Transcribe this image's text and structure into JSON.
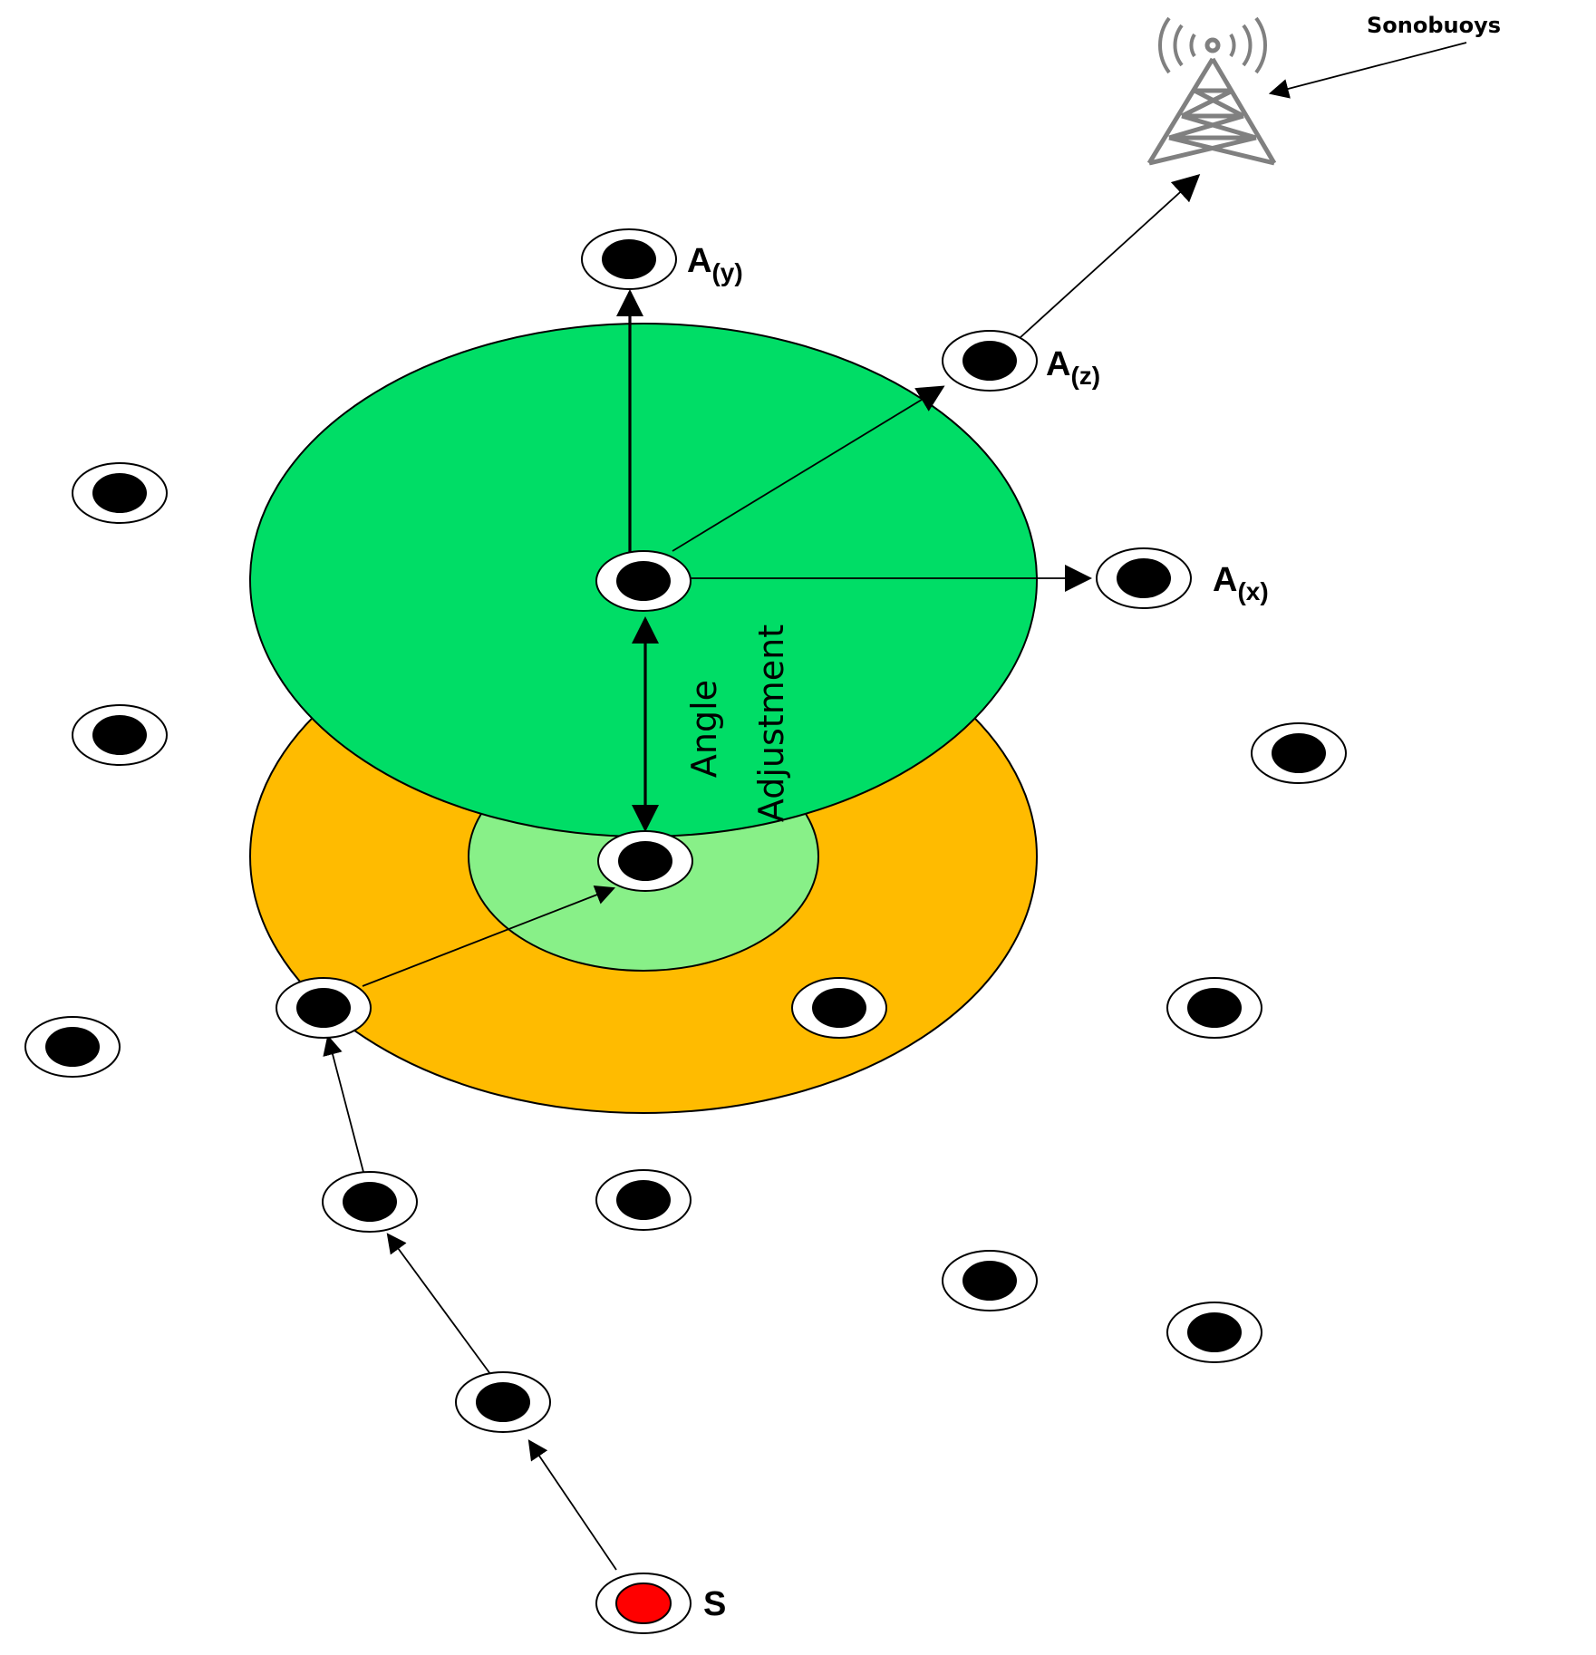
{
  "labels": {
    "sonobuoys": "Sonobuoys",
    "ay_main": "A",
    "ay_sub": "(y)",
    "az_main": "A",
    "az_sub": "(z)",
    "ax_main": "A",
    "ax_sub": "(x)",
    "source": "S",
    "angle_line1": "Angle",
    "angle_line2": "Adjustment"
  },
  "colors": {
    "green_zone": "#00DD66",
    "orange_zone": "#FFBB00",
    "light_green_zone": "#88F088",
    "node_fill": "#000000",
    "source_fill": "#FF0000",
    "tower": "#808080"
  }
}
